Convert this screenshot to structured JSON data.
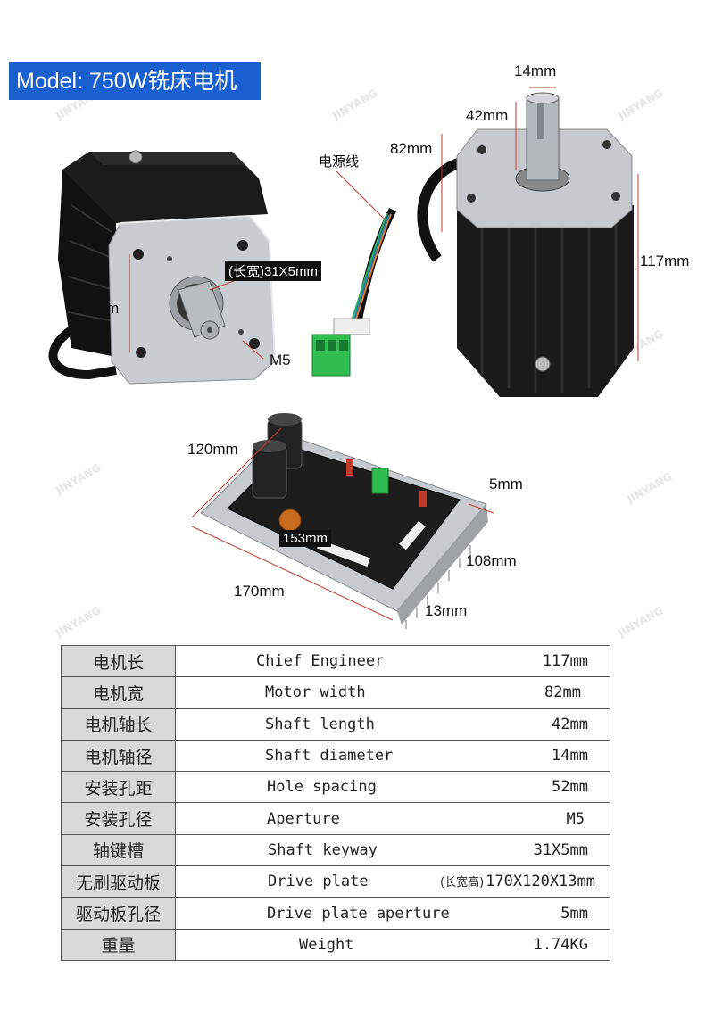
{
  "model_banner": "Model: 750W铣床电机",
  "motor_left": {
    "keyway_label": "(长宽)31X5mm",
    "hole_spacing_label": "52mm",
    "aperture_label": "M5"
  },
  "motor_right": {
    "shaft_diameter_label": "14mm",
    "shaft_length_label": "42mm",
    "width_label": "82mm",
    "length_label": "117mm",
    "power_cable_label": "电源线"
  },
  "drive_board": {
    "depth_label": "120mm",
    "thickness_label": "5mm",
    "inner_label": "153mm",
    "side_label": "108mm",
    "length_label": "170mm",
    "height_label": "13mm"
  },
  "watermark": "JINYANG",
  "spec_table": [
    {
      "cn": "电机长",
      "en": "Chief Engineer",
      "note": "",
      "value": "117mm"
    },
    {
      "cn": "电机宽",
      "en": "Motor width",
      "note": "",
      "value": "82mm"
    },
    {
      "cn": "电机轴长",
      "en": "Shaft length",
      "note": "",
      "value": "42mm"
    },
    {
      "cn": "电机轴径",
      "en": "Shaft diameter",
      "note": "",
      "value": "14mm"
    },
    {
      "cn": "安装孔距",
      "en": "Hole spacing",
      "note": "",
      "value": "52mm"
    },
    {
      "cn": "安装孔径",
      "en": "Aperture",
      "note": "",
      "value": "M5"
    },
    {
      "cn": "轴键槽",
      "en": "Shaft keyway",
      "note": "",
      "value": "31X5mm"
    },
    {
      "cn": "无刷驱动板",
      "en": "Drive plate",
      "note": "(长宽高)",
      "value": "170X120X13mm"
    },
    {
      "cn": "驱动板孔径",
      "en": "Drive plate aperture",
      "note": "",
      "value": "5mm"
    },
    {
      "cn": "重量",
      "en": "Weight",
      "note": "",
      "value": "1.74KG"
    }
  ]
}
